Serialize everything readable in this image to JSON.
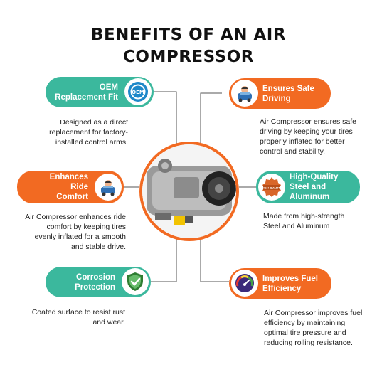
{
  "title_line1": "BENEFITS OF AN AIR",
  "title_line2": "COMPRESSOR",
  "badges": {
    "oem": "OEM",
    "quality_seal": "HIGH QUALITY"
  },
  "benefits": [
    {
      "title_lines": [
        "OEM",
        "Replacement Fit"
      ],
      "icon": "oem-badge-icon",
      "color": "#3bb89d",
      "desc_lines": [
        "Designed as a direct",
        "replacement for factory-",
        "installed control arms."
      ]
    },
    {
      "title_lines": [
        "Ensures Safe",
        "Driving"
      ],
      "icon": "car-driver-icon",
      "color": "#f26a22",
      "desc_lines": [
        "Air Compressor ensures safe",
        "driving by keeping your tires",
        "properly inflated for better",
        "control and stability."
      ]
    },
    {
      "title_lines": [
        "Enhances",
        "Ride",
        "Comfort"
      ],
      "icon": "car-driver-icon",
      "color": "#f26a22",
      "desc_lines": [
        "Air Compressor enhances ride",
        "comfort by keeping tires",
        "evenly inflated for a smooth",
        "and stable drive."
      ]
    },
    {
      "title_lines": [
        "High-Quality",
        "Steel and",
        "Aluminum"
      ],
      "icon": "high-quality-seal-icon",
      "color": "#3bb89d",
      "desc_lines": [
        "Made from high-strength",
        "Steel and Aluminum"
      ]
    },
    {
      "title_lines": [
        "Corrosion",
        "Protection"
      ],
      "icon": "shield-check-icon",
      "color": "#3bb89d",
      "desc_lines": [
        "Coated surface to resist rust",
        "and wear."
      ]
    },
    {
      "title_lines": [
        "Improves Fuel",
        "Efficiency"
      ],
      "icon": "fuel-gauge-icon",
      "color": "#f26a22",
      "desc_lines": [
        "Air Compressor improves fuel",
        "efficiency by maintaining",
        "optimal tire pressure and",
        "reducing rolling resistance."
      ]
    }
  ]
}
